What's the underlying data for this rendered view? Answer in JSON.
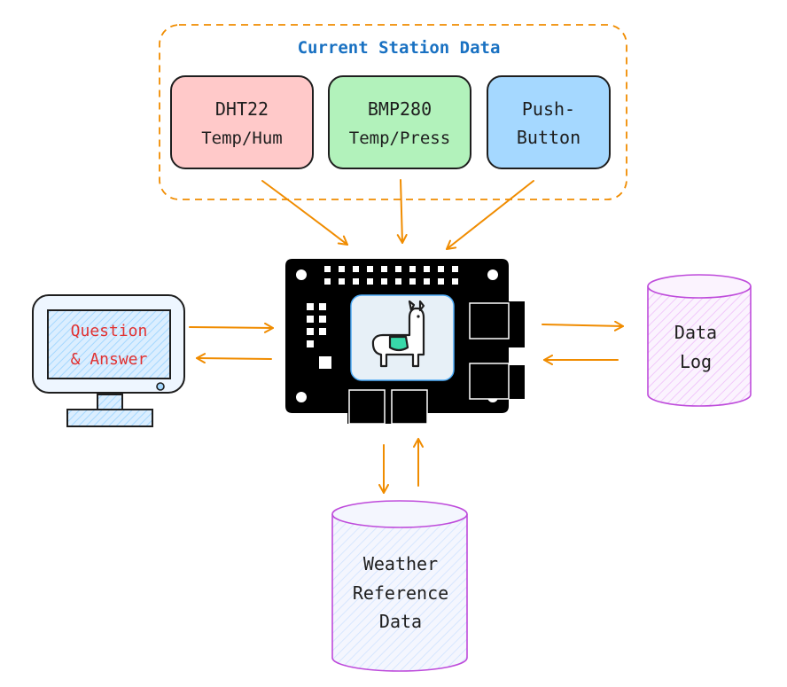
{
  "group": {
    "title": "Current Station Data"
  },
  "sensors": [
    {
      "line1": "DHT22",
      "line2": "Temp/Hum",
      "fill": "#ffc9c9"
    },
    {
      "line1": "BMP280",
      "line2": "Temp/Press",
      "fill": "#b2f2bb"
    },
    {
      "line1": "Push-",
      "line2": "Button",
      "fill": "#a5d8ff"
    }
  ],
  "monitor": {
    "line1": "Question",
    "line2": "& Answer",
    "text_color": "#e03131",
    "icon": "monitor-icon"
  },
  "board": {
    "icon": "llama-icon",
    "device": "single-board-computer"
  },
  "data_log": {
    "line1": "Data",
    "line2": "Log",
    "fill": "#eebefa"
  },
  "weather_db": {
    "line1": "Weather",
    "line2": "Reference",
    "line3": "Data",
    "fill": "#d0bfff"
  },
  "colors": {
    "arrow": "#f08c00",
    "group_border": "#f08c00",
    "title": "#1971c2",
    "board": "#000000",
    "monitor_fill": "#a5d8ff"
  }
}
